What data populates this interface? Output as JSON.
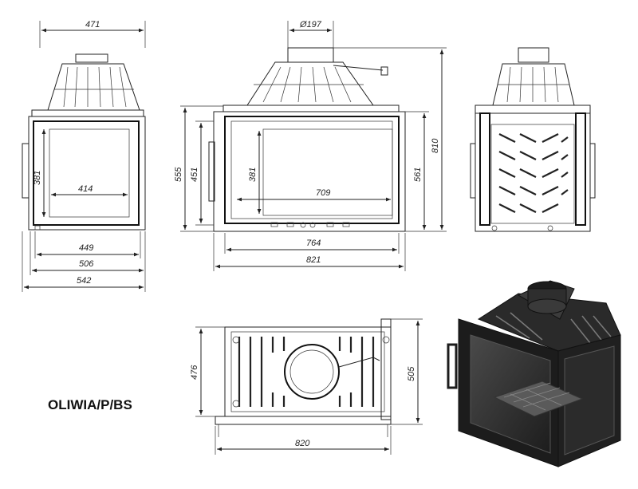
{
  "model_label": "OLIWIA/P/BS",
  "views": {
    "side": {
      "top_width": "471",
      "glass_height": "381",
      "glass_width": "414",
      "widths": [
        "449",
        "506",
        "542"
      ]
    },
    "front": {
      "flue_diameter": "Ø197",
      "heights": [
        "555",
        "451",
        "381"
      ],
      "glass_width": "709",
      "widths": [
        "764",
        "821"
      ],
      "right_heights": [
        "561",
        "810"
      ]
    },
    "top": {
      "depth_left": "476",
      "depth_right": "505",
      "width": "820"
    }
  },
  "colors": {
    "line": "#222222",
    "render_dark": "#1c1c1c",
    "render_mid": "#3a3a3a",
    "render_light": "#7a7a7a"
  }
}
